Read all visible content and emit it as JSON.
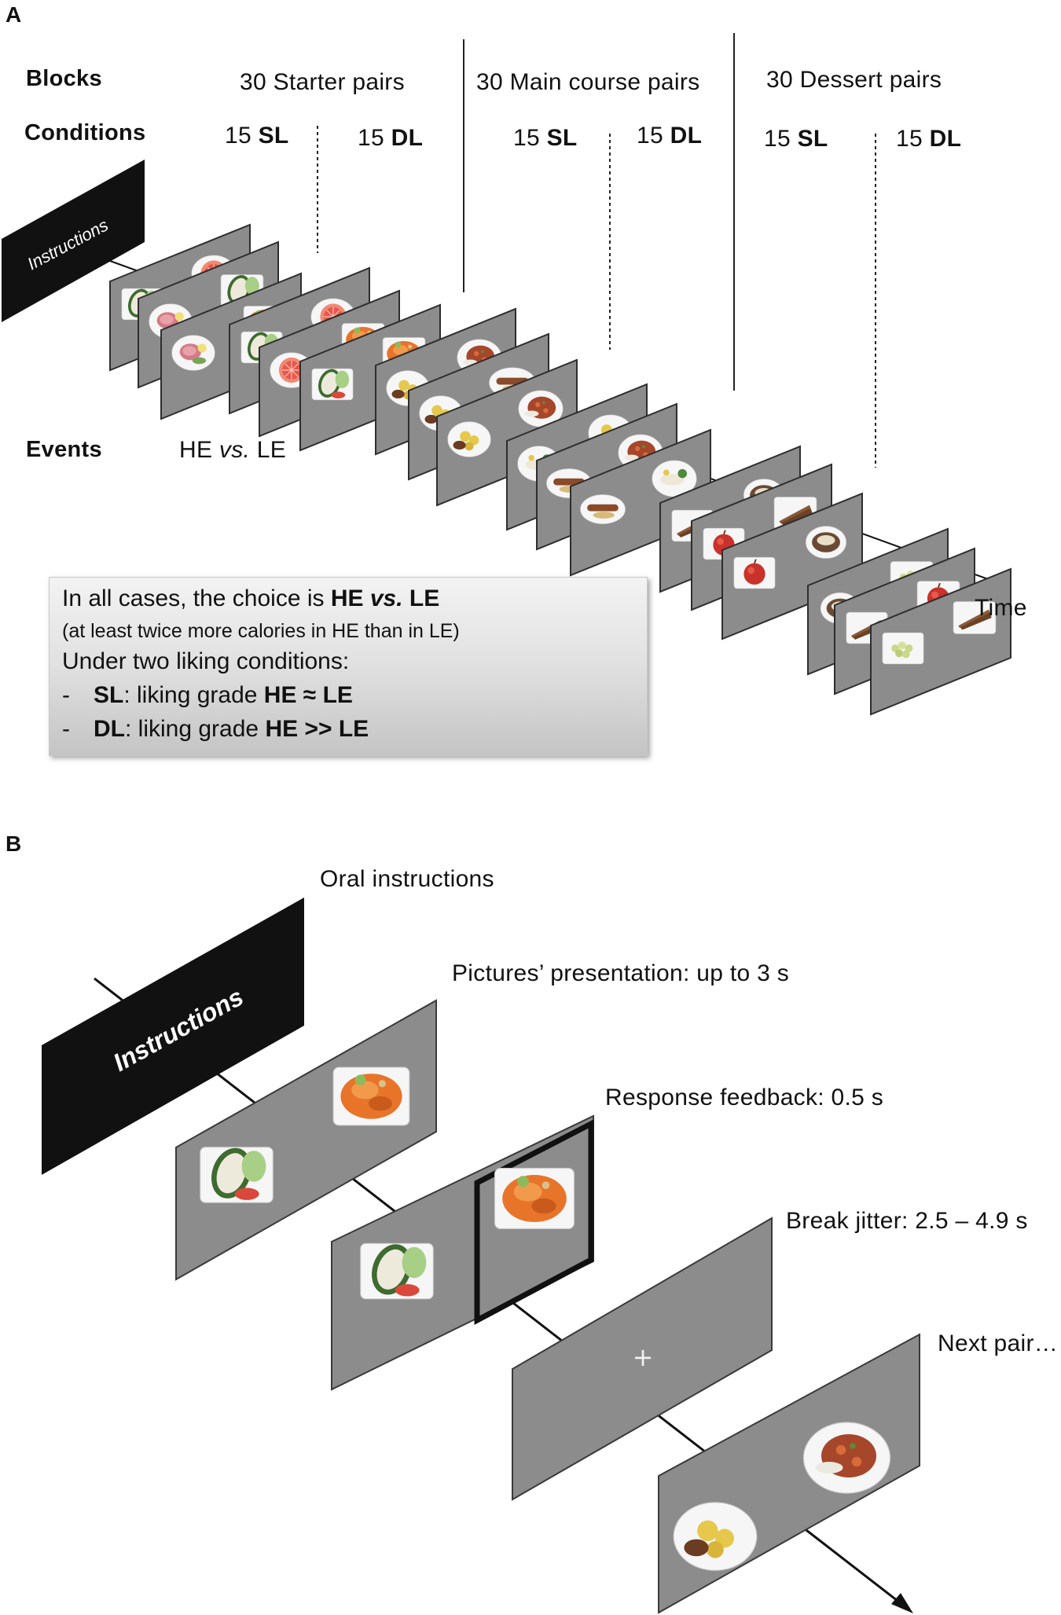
{
  "panel_a": {
    "letter": "A",
    "row_labels": {
      "blocks": "Blocks",
      "conditions": "Conditions",
      "events": "Events"
    },
    "blocks": [
      {
        "label": "30 Starter pairs",
        "conditions": [
          {
            "num": "15",
            "code": "SL"
          },
          {
            "num": "15",
            "code": "DL"
          }
        ]
      },
      {
        "label": "30 Main course pairs",
        "conditions": [
          {
            "num": "15",
            "code": "SL"
          },
          {
            "num": "15",
            "code": "DL"
          }
        ]
      },
      {
        "label": "30 Dessert pairs",
        "conditions": [
          {
            "num": "15",
            "code": "SL"
          },
          {
            "num": "15",
            "code": "DL"
          }
        ]
      }
    ],
    "events_text": {
      "a": "HE ",
      "vs": "vs.",
      "b": " LE"
    },
    "instructions_card": "Instructions",
    "time_label": "Time",
    "legend": {
      "line1": {
        "pre": "In all cases, the choice is ",
        "he": "HE",
        "vs": " vs.",
        "le": " LE"
      },
      "line2": "(at least twice more calories in HE than in LE)",
      "line3": "Under two liking conditions:",
      "item1": {
        "dash": "-",
        "code": "SL",
        "text": ": liking grade ",
        "expr": "HE ≈ LE"
      },
      "item2": {
        "dash": "-",
        "code": "DL",
        "text": ": liking grade ",
        "expr": "HE >> LE"
      }
    }
  },
  "panel_b": {
    "letter": "B",
    "instructions_card": "Instructions",
    "steps": [
      {
        "label": "Oral instructions"
      },
      {
        "label": "Pictures’ presentation: up to 3 s"
      },
      {
        "label": "Response feedback: 0.5 s"
      },
      {
        "label": "Break jitter: 2.5 – 4.9 s"
      },
      {
        "label": "Next pair…"
      }
    ],
    "fixation_cross": "+"
  },
  "colors": {
    "card_gray": "#8c8c8c",
    "card_border": "#3a3a3a",
    "instructions_bg": "#111111",
    "plate": "#f4f4f4",
    "food_orange": "#e8742a",
    "food_green": "#7aa35a",
    "food_red": "#d9483b",
    "food_brown": "#6b3b22",
    "food_yellow": "#e6c84c"
  }
}
